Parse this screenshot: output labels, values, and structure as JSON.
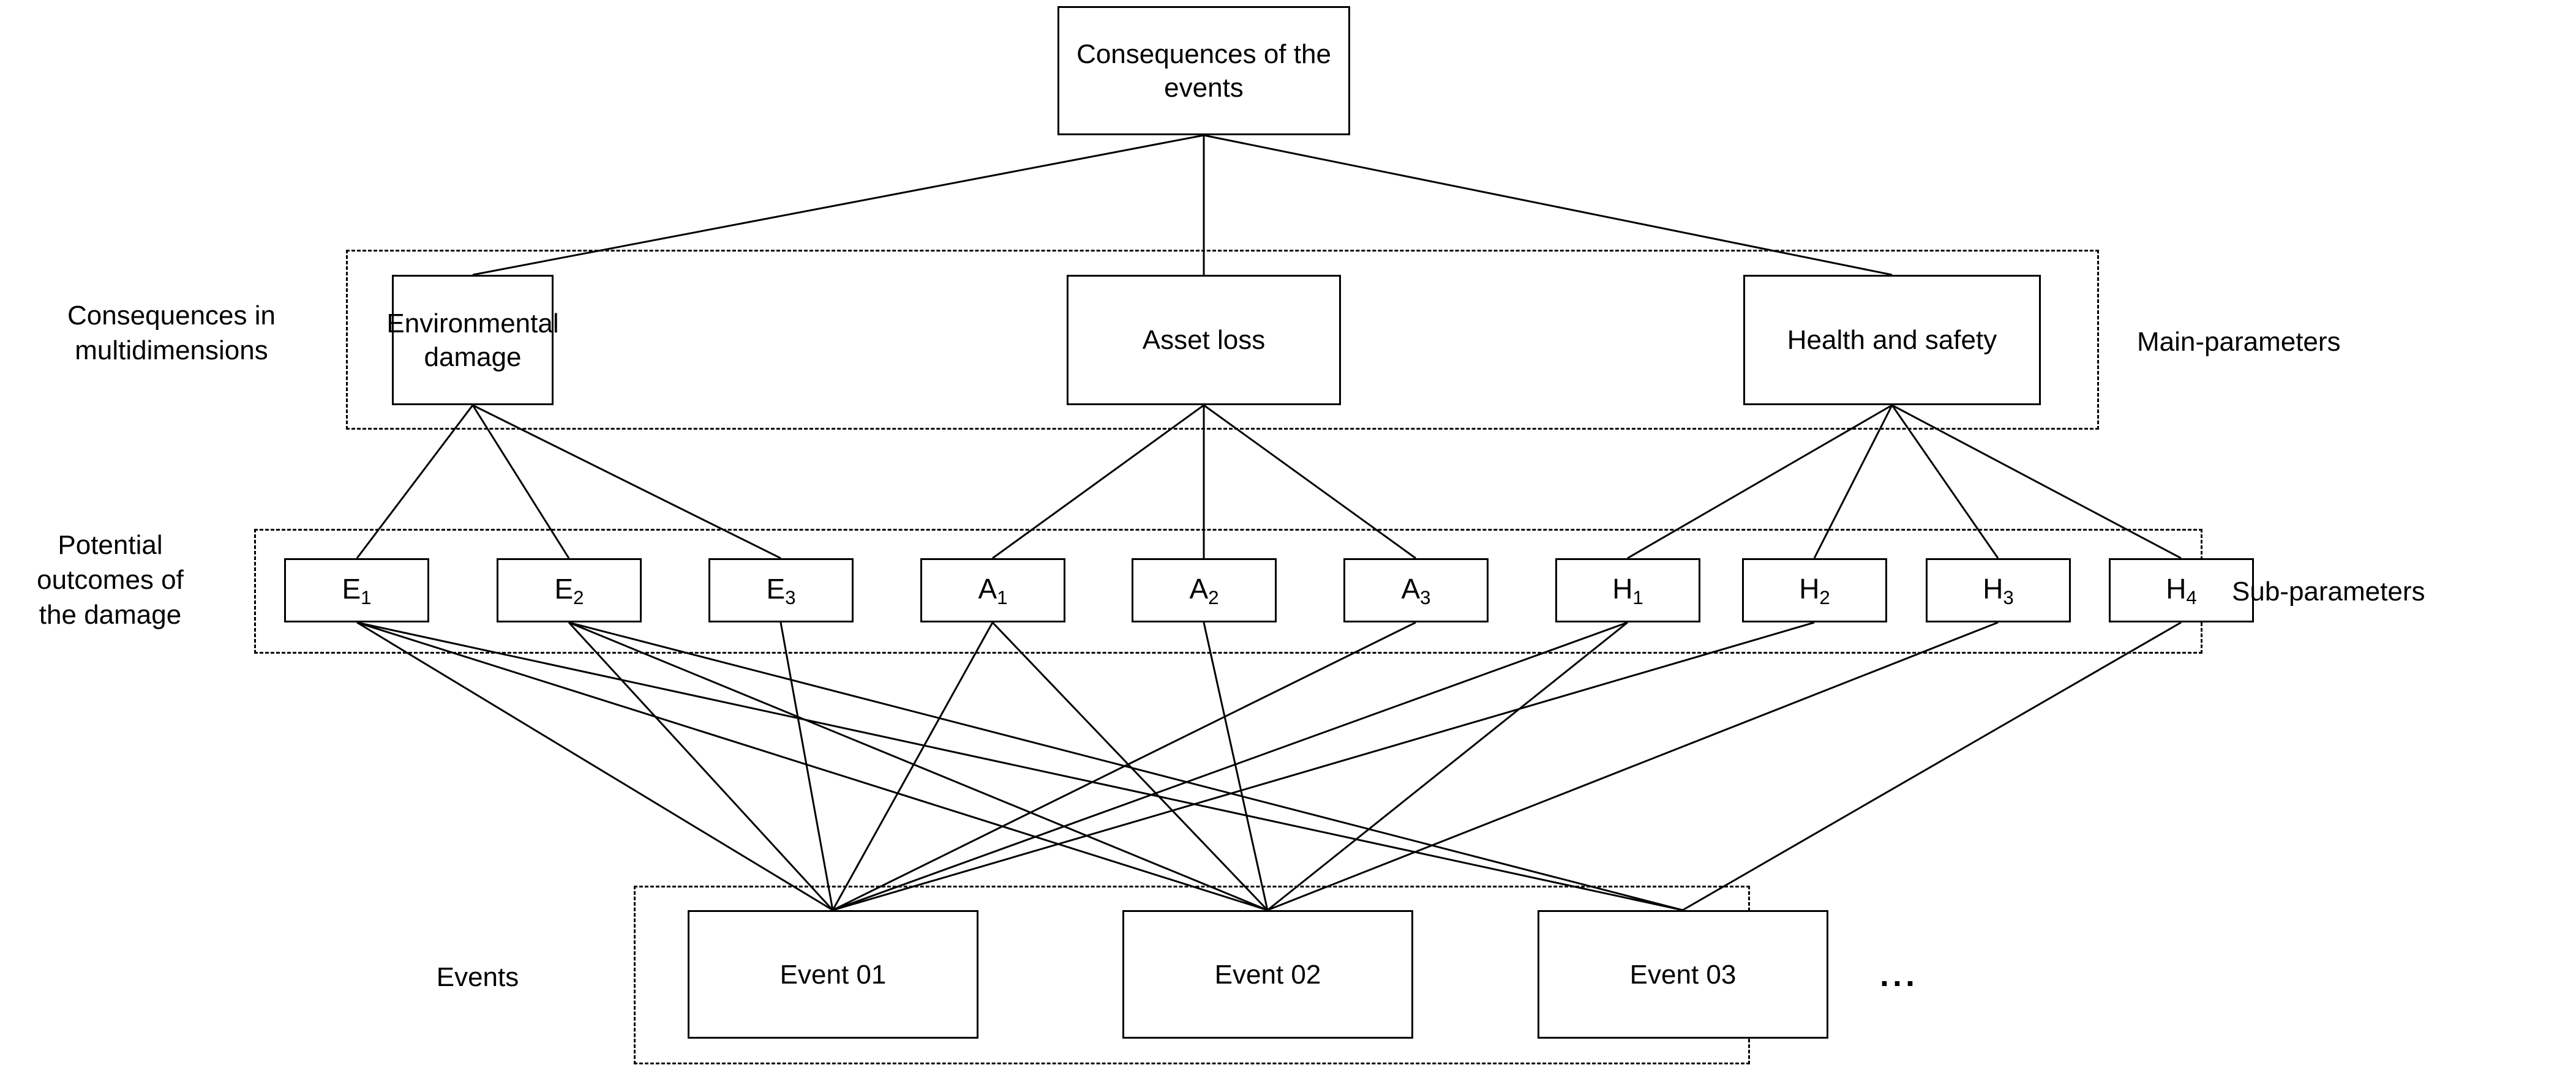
{
  "diagram": {
    "title_node": {
      "label": "Consequences of\nthe events"
    },
    "row_labels_left": [
      {
        "id": "consequences-multidimensions",
        "label": "Consequences in\nmultidimensions"
      },
      {
        "id": "potential-outcomes",
        "label": "Potential\noutcomes of\nthe damage"
      },
      {
        "id": "events",
        "label": "Events"
      }
    ],
    "row_labels_right": [
      {
        "id": "main-parameters",
        "label": "Main-parameters"
      },
      {
        "id": "sub-parameters",
        "label": "Sub-parameters"
      }
    ],
    "main_parameters": [
      {
        "id": "environmental-damage",
        "label": "Environmental\ndamage"
      },
      {
        "id": "asset-loss",
        "label": "Asset loss"
      },
      {
        "id": "health-and-safety",
        "label": "Health and safety"
      }
    ],
    "sub_parameters": [
      {
        "id": "e1",
        "base": "E",
        "index": "1"
      },
      {
        "id": "e2",
        "base": "E",
        "index": "2"
      },
      {
        "id": "e3",
        "base": "E",
        "index": "3"
      },
      {
        "id": "a1",
        "base": "A",
        "index": "1"
      },
      {
        "id": "a2",
        "base": "A",
        "index": "2"
      },
      {
        "id": "a3",
        "base": "A",
        "index": "3"
      },
      {
        "id": "h1",
        "base": "H",
        "index": "1"
      },
      {
        "id": "h2",
        "base": "H",
        "index": "2"
      },
      {
        "id": "h3",
        "base": "H",
        "index": "3"
      },
      {
        "id": "h4",
        "base": "H",
        "index": "4"
      }
    ],
    "events": [
      {
        "id": "event-01",
        "label": "Event 01"
      },
      {
        "id": "event-02",
        "label": "Event 02"
      },
      {
        "id": "event-03",
        "label": "Event 03"
      }
    ],
    "events_more": "...",
    "colors": {
      "stroke": "#000000",
      "background": "#ffffff"
    }
  },
  "chart_data": {
    "type": "diagram",
    "title": "Consequences of the events",
    "layers": [
      "Consequences of the events",
      "Main-parameters",
      "Sub-parameters",
      "Events"
    ],
    "nodes": {
      "root": [
        "Consequences of the events"
      ],
      "main": [
        "Environmental damage",
        "Asset loss",
        "Health and safety"
      ],
      "sub": [
        "E1",
        "E2",
        "E3",
        "A1",
        "A2",
        "A3",
        "H1",
        "H2",
        "H3",
        "H4"
      ],
      "events": [
        "Event 01",
        "Event 02",
        "Event 03"
      ]
    },
    "links_root_to_main": [
      [
        "Consequences of the events",
        "Environmental damage"
      ],
      [
        "Consequences of the events",
        "Asset loss"
      ],
      [
        "Consequences of the events",
        "Health and safety"
      ]
    ],
    "links_main_to_sub": [
      [
        "Environmental damage",
        "E1"
      ],
      [
        "Environmental damage",
        "E2"
      ],
      [
        "Environmental damage",
        "E3"
      ],
      [
        "Asset loss",
        "A1"
      ],
      [
        "Asset loss",
        "A2"
      ],
      [
        "Asset loss",
        "A3"
      ],
      [
        "Health and safety",
        "H1"
      ],
      [
        "Health and safety",
        "H2"
      ],
      [
        "Health and safety",
        "H3"
      ],
      [
        "Health and safety",
        "H4"
      ]
    ],
    "links_sub_to_events": [
      [
        "E1",
        "Event 01"
      ],
      [
        "E1",
        "Event 02"
      ],
      [
        "E1",
        "Event 03"
      ],
      [
        "E2",
        "Event 01"
      ],
      [
        "E2",
        "Event 02"
      ],
      [
        "E2",
        "Event 03"
      ],
      [
        "E3",
        "Event 01"
      ],
      [
        "A1",
        "Event 01"
      ],
      [
        "A1",
        "Event 02"
      ],
      [
        "A2",
        "Event 02"
      ],
      [
        "A3",
        "Event 01"
      ],
      [
        "H1",
        "Event 01"
      ],
      [
        "H1",
        "Event 02"
      ],
      [
        "H2",
        "Event 01"
      ],
      [
        "H3",
        "Event 02"
      ],
      [
        "H4",
        "Event 03"
      ]
    ]
  }
}
